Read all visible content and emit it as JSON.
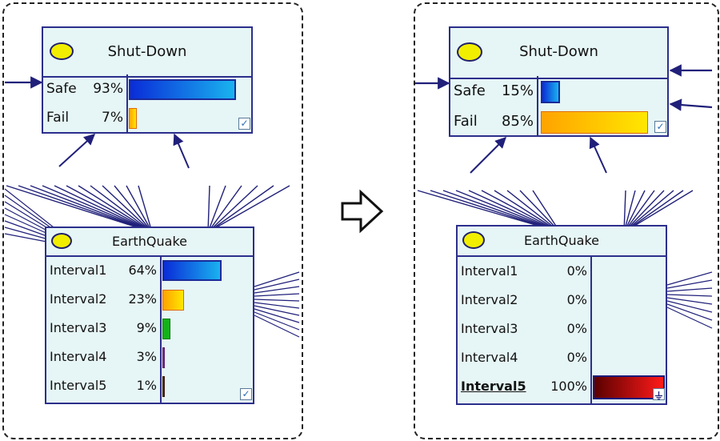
{
  "left": {
    "shutdown": {
      "title": "Shut-Down",
      "states": [
        {
          "label": "Safe",
          "percent": "93%",
          "value": 93
        },
        {
          "label": "Fail",
          "percent": "7%",
          "value": 7
        }
      ]
    },
    "earthquake": {
      "title": "EarthQuake",
      "states": [
        {
          "label": "Interval1",
          "percent": "64%",
          "value": 64
        },
        {
          "label": "Interval2",
          "percent": "23%",
          "value": 23
        },
        {
          "label": "Interval3",
          "percent": "9%",
          "value": 9
        },
        {
          "label": "Interval4",
          "percent": "3%",
          "value": 3
        },
        {
          "label": "Interval5",
          "percent": "1%",
          "value": 1
        }
      ]
    }
  },
  "right": {
    "shutdown": {
      "title": "Shut-Down",
      "states": [
        {
          "label": "Safe",
          "percent": "15%",
          "value": 15
        },
        {
          "label": "Fail",
          "percent": "85%",
          "value": 85
        }
      ]
    },
    "earthquake": {
      "title": "EarthQuake",
      "states": [
        {
          "label": "Interval1",
          "percent": "0%",
          "value": 0
        },
        {
          "label": "Interval2",
          "percent": "0%",
          "value": 0
        },
        {
          "label": "Interval3",
          "percent": "0%",
          "value": 0
        },
        {
          "label": "Interval4",
          "percent": "0%",
          "value": 0
        },
        {
          "label": "Interval5",
          "percent": "100%",
          "value": 100
        }
      ]
    }
  },
  "icons": {
    "status_led": "yellow-ellipse",
    "checkbox": "check-icon",
    "evidence": "ground-icon",
    "transition": "hollow-right-arrow"
  },
  "colors": {
    "node_border": "#2c2f8c",
    "node_fill": "#e6f5f5",
    "link_color": "#20207a",
    "led_fill": "#f1ee00"
  }
}
